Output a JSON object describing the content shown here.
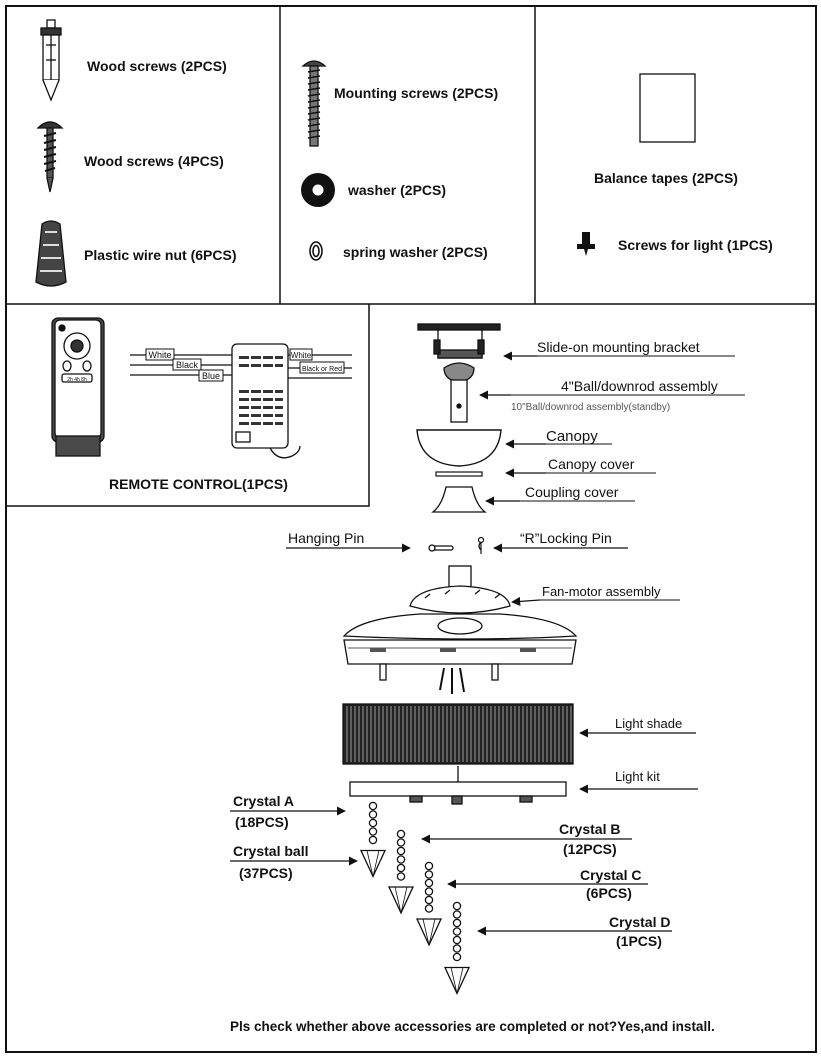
{
  "accessories": {
    "wood_screws_2": "Wood screws (2PCS)",
    "wood_screws_4": "Wood screws (4PCS)",
    "wire_nut": "Plastic wire nut (6PCS)",
    "mounting_screws": "Mounting screws (2PCS)",
    "washer": "washer (2PCS)",
    "spring_washer": "spring washer (2PCS)",
    "balance_tapes": "Balance tapes  (2PCS)",
    "screws_light": "Screws for light (1PCS)"
  },
  "remote": {
    "title": "REMOTE CONTROL(1PCS)",
    "remote_button_text": "2h 4h 8h",
    "wire_white_left": "White",
    "wire_black_left": "Black",
    "wire_blue_left": "Blue",
    "wire_white_right": "White",
    "wire_black_red_right": "Black or Red"
  },
  "parts": {
    "bracket": "Slide-on mounting bracket",
    "downrod": "4\"Ball/downrod assembly",
    "downrod_alt": "10\"Ball/downrod assembly(standby)",
    "canopy": "Canopy",
    "canopy_cover": "Canopy cover",
    "coupling_cover": "Coupling cover",
    "hanging_pin": "Hanging Pin",
    "locking_pin": "“R”Locking Pin",
    "motor": "Fan-motor assembly",
    "light_shade": "Light shade",
    "light_kit": "Light kit"
  },
  "crystals": {
    "a_name": "Crystal A",
    "a_qty": "(18PCS)",
    "ball_name": "Crystal ball",
    "ball_qty": "(37PCS)",
    "b_name": "Crystal B",
    "b_qty": "(12PCS)",
    "c_name": "Crystal C",
    "c_qty": "(6PCS)",
    "d_name": "Crystal D",
    "d_qty": "(1PCS)"
  },
  "footer": "Pls check whether above accessories are completed or not?Yes,and install."
}
